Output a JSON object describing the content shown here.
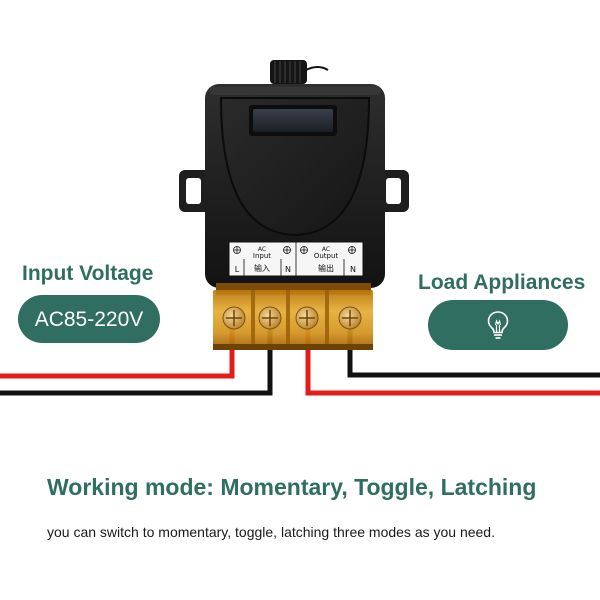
{
  "labels": {
    "input_voltage": "Input Voltage",
    "voltage_value": "AC85-220V",
    "load_appliances": "Load Appliances"
  },
  "device": {
    "terminal_labels": {
      "input_ac": "AC",
      "input": "Input",
      "input_cn": "输入",
      "input_l": "L",
      "input_n": "N",
      "output_ac": "AC",
      "output": "Output",
      "output_cn": "输出",
      "output_n": "N"
    }
  },
  "icons": {
    "load": "lightbulb-icon"
  },
  "heading": "Working mode: Momentary, Toggle, Latching",
  "description": "you can switch to momentary, toggle, latching three modes as you need.",
  "colors": {
    "accent": "#2f6e61",
    "wire_live": "#e31e1a",
    "wire_neutral": "#111111",
    "terminal_block": "#d99a1e",
    "device_body": "#1c1c1c"
  }
}
